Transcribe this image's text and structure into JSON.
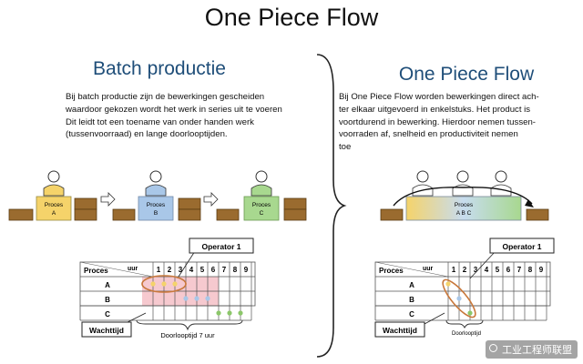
{
  "title": "One Piece Flow",
  "left": {
    "heading": "Batch productie",
    "paragraph": [
      "Bij batch productie zijn de bewerkingen gescheiden",
      "waardoor gekozen wordt het werk in series uit te voeren",
      "Dit  leidt tot een toename van onder handen werk",
      "(tussenvoorraad) en lange doorlooptijden."
    ],
    "stations": [
      {
        "label": "Proces",
        "sub": "A",
        "color": "#f5d36a"
      },
      {
        "label": "Proces",
        "sub": "B",
        "color": "#a9c7e8"
      },
      {
        "label": "Proces",
        "sub": "C",
        "color": "#a8d88f"
      }
    ],
    "table": {
      "corner_row": "Proces",
      "corner_col": "uur",
      "hours": [
        "1",
        "2",
        "3",
        "4",
        "5",
        "6",
        "7",
        "8",
        "9"
      ],
      "rows": [
        "A",
        "B",
        "C"
      ]
    },
    "operator_label": "Operator 1",
    "wait_label": "Wachttijd",
    "lead_label": "Doorlooptijd 7 uur"
  },
  "right": {
    "heading": "One Piece Flow",
    "paragraph": [
      "Bij One Piece Flow worden bewerkingen direct ach-",
      "ter elkaar uitgevoerd in enkelstuks. Het product is",
      "voortdurend in bewerking. Hierdoor nemen tussen-",
      "voorraden af,  snelheid en productiviteit nemen",
      "toe"
    ],
    "station": {
      "label": "Proces",
      "sub": "A B C"
    },
    "table": {
      "corner_row": "Proces",
      "corner_col": "uur",
      "hours": [
        "1",
        "2",
        "3",
        "4",
        "5",
        "6",
        "7",
        "8",
        "9"
      ],
      "rows": [
        "A",
        "B",
        "C"
      ]
    },
    "operator_label": "Operator 1",
    "wait_label": "Wachttijd",
    "lead_label": "Doorlooptijd"
  },
  "watermark": "工业工程师联盟",
  "colors": {
    "heading_blue": "#1f4e79",
    "yellow_dot": "#f5d36a",
    "blue_dot": "#a9c7e8",
    "green_dot": "#8cc76a",
    "wait_fill": "#f6c9cf",
    "oval": "#c8773a",
    "box_brown": "#9a6b2f"
  }
}
